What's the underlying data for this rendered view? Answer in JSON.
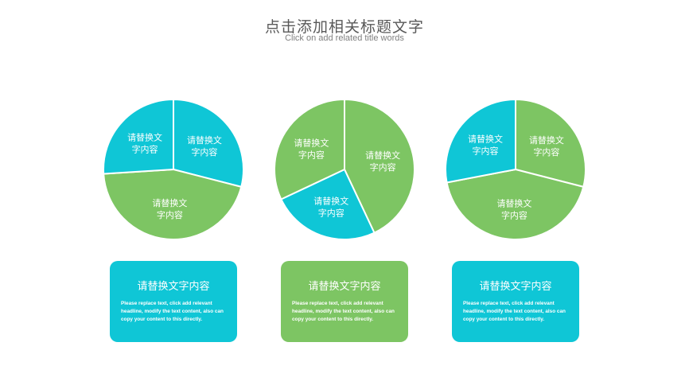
{
  "header": {
    "title": "点击添加相关标题文字",
    "subtitle": "Click on add related title words"
  },
  "colors": {
    "teal": "#0fc6d6",
    "green": "#7dc563"
  },
  "chart_data": [
    {
      "type": "pie",
      "slices": [
        {
          "label": [
            "请替换文",
            "字内容"
          ],
          "value": 29,
          "color": "#0fc6d6"
        },
        {
          "label": [
            "请替换文",
            "字内容"
          ],
          "value": 45,
          "color": "#7dc563"
        },
        {
          "label": [
            "请替换文",
            "字内容"
          ],
          "value": 26,
          "color": "#0fc6d6"
        }
      ]
    },
    {
      "type": "pie",
      "slices": [
        {
          "label": [
            "请替换文",
            "字内容"
          ],
          "value": 43,
          "color": "#7dc563"
        },
        {
          "label": [
            "请替换文",
            "字内容"
          ],
          "value": 25,
          "color": "#0fc6d6"
        },
        {
          "label": [
            "请替换文",
            "字内容"
          ],
          "value": 32,
          "color": "#7dc563"
        }
      ]
    },
    {
      "type": "pie",
      "slices": [
        {
          "label": [
            "请替换文",
            "字内容"
          ],
          "value": 29,
          "color": "#7dc563"
        },
        {
          "label": [
            "请替换文",
            "字内容"
          ],
          "value": 43,
          "color": "#7dc563"
        },
        {
          "label": [
            "请替换文",
            "字内容"
          ],
          "value": 28,
          "color": "#0fc6d6"
        }
      ]
    }
  ],
  "cards": [
    {
      "title": "请替换文字内容",
      "text": "Please replace text, click add relevant headline, modify the text content, also can copy your content to this directly.",
      "color": "#0fc6d6"
    },
    {
      "title": "请替换文字内容",
      "text": "Please replace text, click add relevant headline, modify the text content, also can copy your content to this directly.",
      "color": "#7dc563"
    },
    {
      "title": "请替换文字内容",
      "text": "Please replace text, click add relevant headline, modify the text content, also can copy your content to this directly.",
      "color": "#0fc6d6"
    }
  ]
}
